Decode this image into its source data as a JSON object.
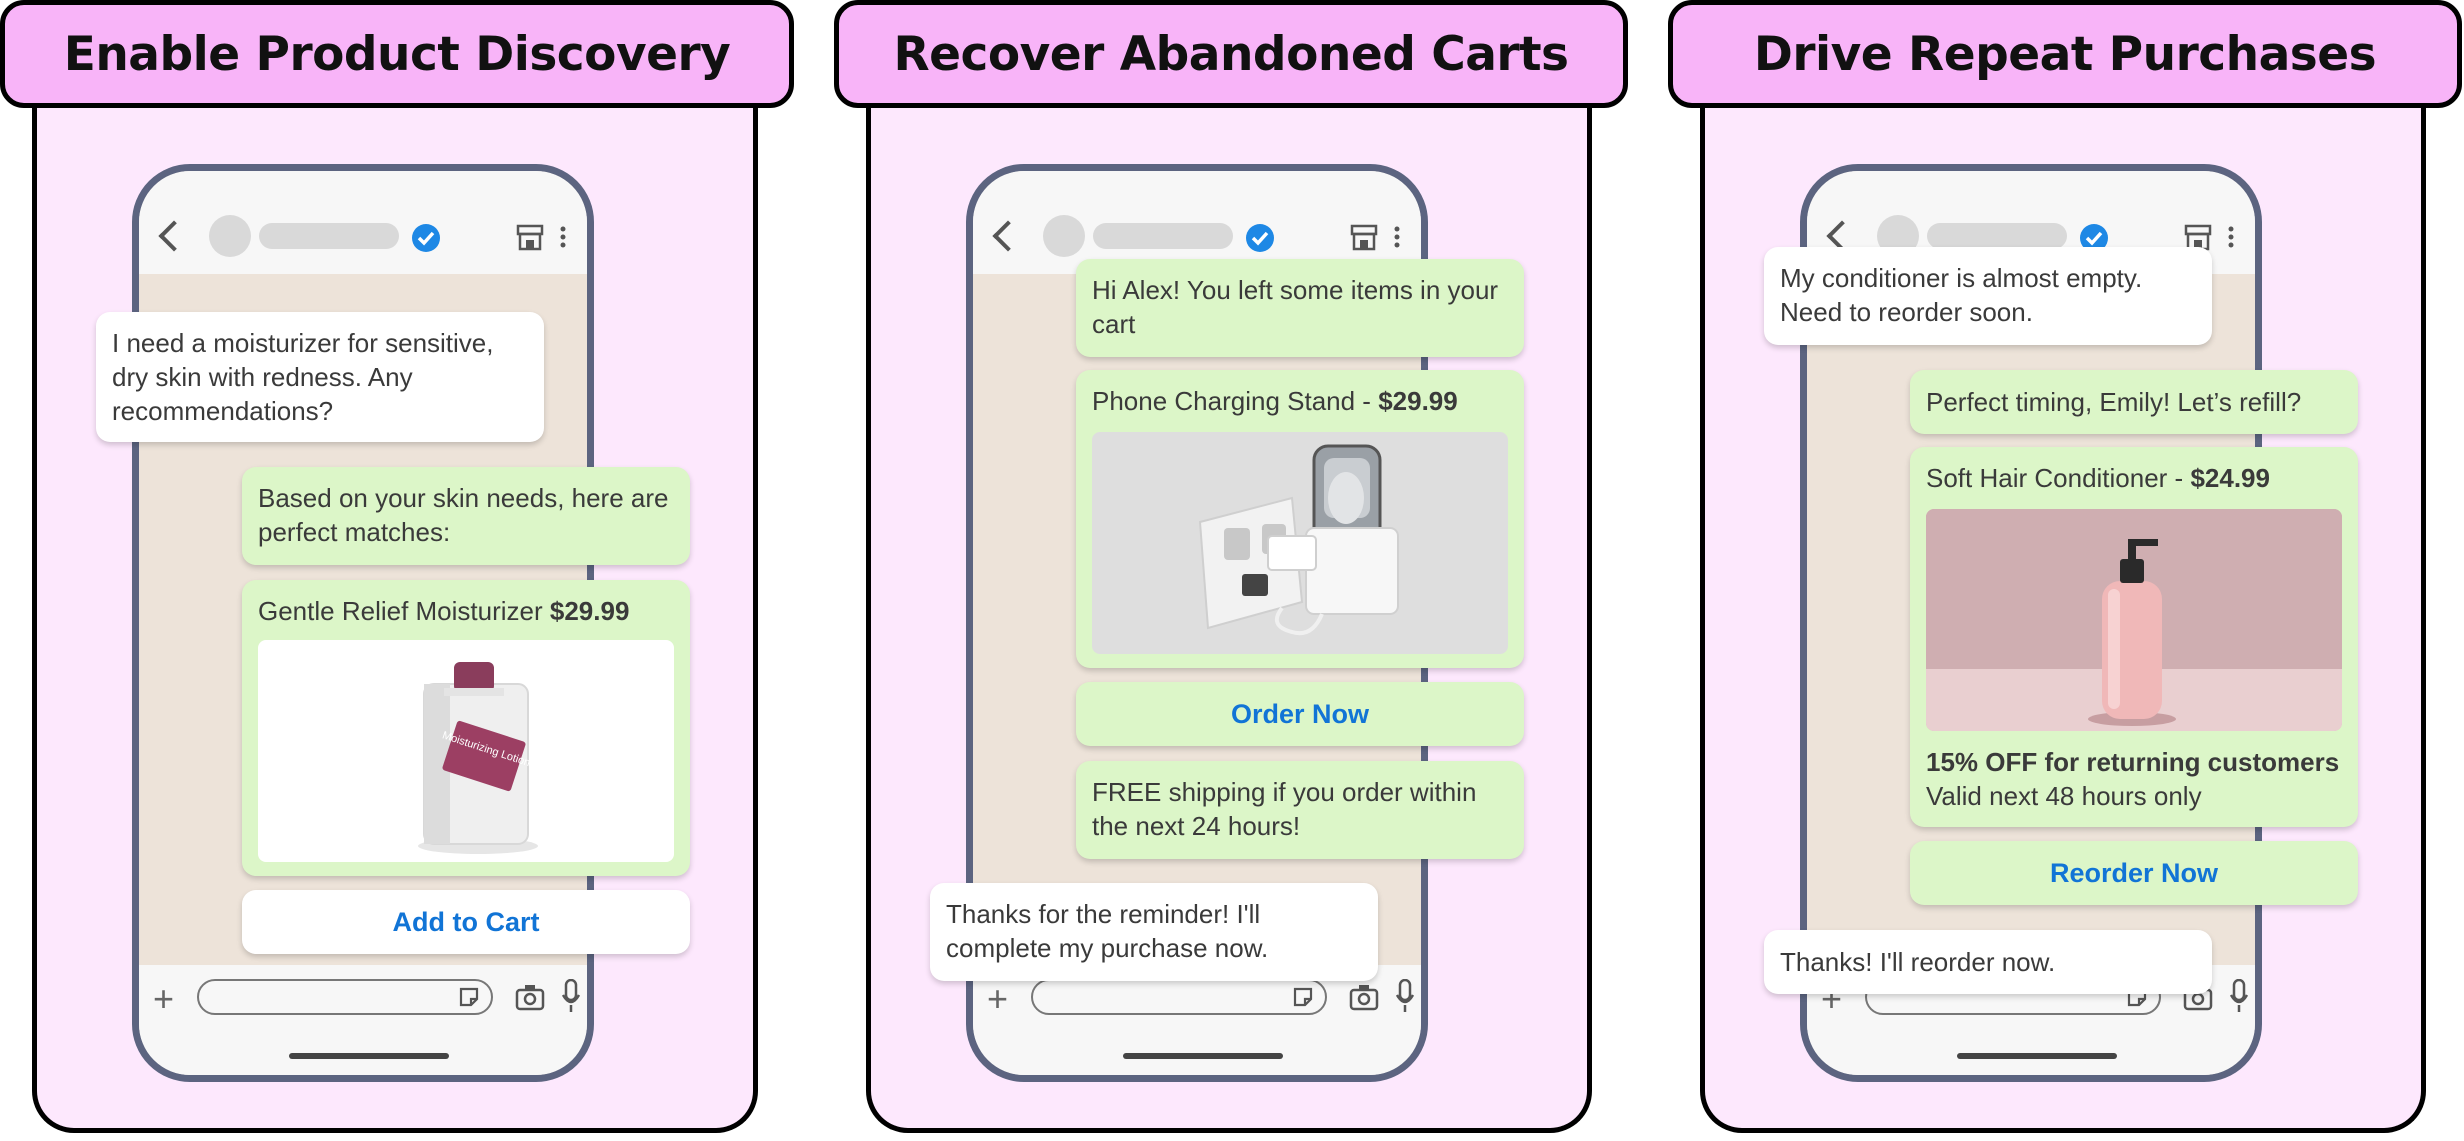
{
  "panels": [
    {
      "title": "Enable Product Discovery",
      "user_msg": "I need a moisturizer for sensitive, dry skin with redness. Any recommendations?",
      "bot_intro": "Based on your skin needs, here are perfect matches:",
      "product_name": "Gentle Relief Moisturizer",
      "product_price": "$29.99",
      "bottle_label": "Moisturizing Lotion",
      "button": "Add to Cart"
    },
    {
      "title": "Recover Abandoned Carts",
      "bot_msg1": "Hi Alex! You left some items in your cart",
      "product_name": "Phone Charging Stand - ",
      "product_price": "$29.99",
      "button": "Order Now",
      "bot_msg2": "FREE shipping if you order within the next 24 hours!",
      "user_msg": "Thanks for the reminder! I'll complete my purchase now."
    },
    {
      "title": "Drive Repeat Purchases",
      "user_msg1": "My conditioner is almost empty. Need to reorder soon.",
      "bot_msg1": "Perfect timing, Emily! Let’s refill?",
      "product_name": "Soft Hair Conditioner - ",
      "product_price": "$24.99",
      "offer": "15% OFF for returning customers",
      "valid": "Valid next 48 hours only",
      "button": "Reorder Now",
      "user_msg2": "Thanks! I'll reorder now."
    }
  ],
  "colors": {
    "header_bg": "#f8b4f8",
    "panel_bg": "#fde8fd",
    "bot_bubble": "#dcf6c8",
    "user_bubble": "#ffffff",
    "link_blue": "#1174d6",
    "phone_frame": "#5c6480"
  },
  "icons": [
    "back-chevron-icon",
    "verified-badge-icon",
    "store-icon",
    "kebab-menu-icon",
    "plus-icon",
    "sticker-icon",
    "camera-icon",
    "microphone-icon"
  ]
}
